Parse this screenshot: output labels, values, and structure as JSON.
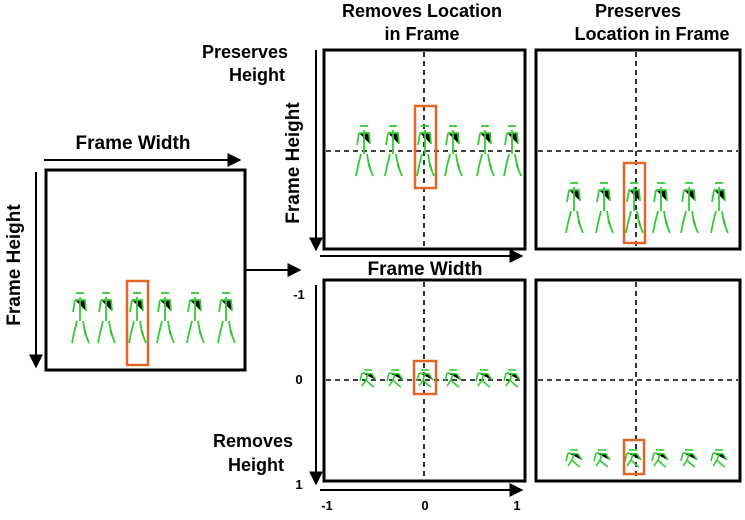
{
  "labels": {
    "top_frame_width": "Frame Width",
    "left_frame_height": "Frame Height",
    "col_removes_location": [
      "Removes Location",
      "in Frame"
    ],
    "col_preserves_location": [
      "Preserves",
      "Location in Frame"
    ],
    "row_preserves_height": [
      "Preserves",
      "Height"
    ],
    "row_removes_height": [
      "Removes",
      "Height"
    ],
    "mid_frame_height": "Frame Height",
    "mid_frame_width": "Frame Width"
  },
  "ticks": {
    "y_minus_one": "-1",
    "y_zero": "0",
    "y_one": "1",
    "x_minus_one": "-1",
    "x_zero": "0",
    "x_one": "1"
  },
  "colors": {
    "skeleton": "#33cc33",
    "highlight_box": "#e0662a",
    "axis": "#000000"
  }
}
